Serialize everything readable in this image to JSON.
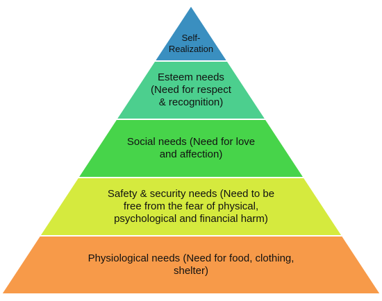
{
  "pyramid": {
    "tiers": [
      {
        "id": "self-realization",
        "lines": [
          "Self-",
          "Realization"
        ],
        "color": "#3a8fc0"
      },
      {
        "id": "esteem-needs",
        "lines": [
          "Esteem needs",
          "(Need for respect",
          "& recognition)"
        ],
        "color": "#4ccf8e"
      },
      {
        "id": "social-needs",
        "lines": [
          "Social needs (Need for love",
          "and affection)"
        ],
        "color": "#47d44a"
      },
      {
        "id": "safety-security-needs",
        "lines": [
          "Safety & security needs (Need to be",
          "free from the fear of physical,",
          "psychological and financial harm)"
        ],
        "color": "#d5ea3e"
      },
      {
        "id": "physiological-needs",
        "lines": [
          "Physiological needs (Need for food, clothing,",
          "shelter)"
        ],
        "color": "#f79a49"
      }
    ]
  }
}
